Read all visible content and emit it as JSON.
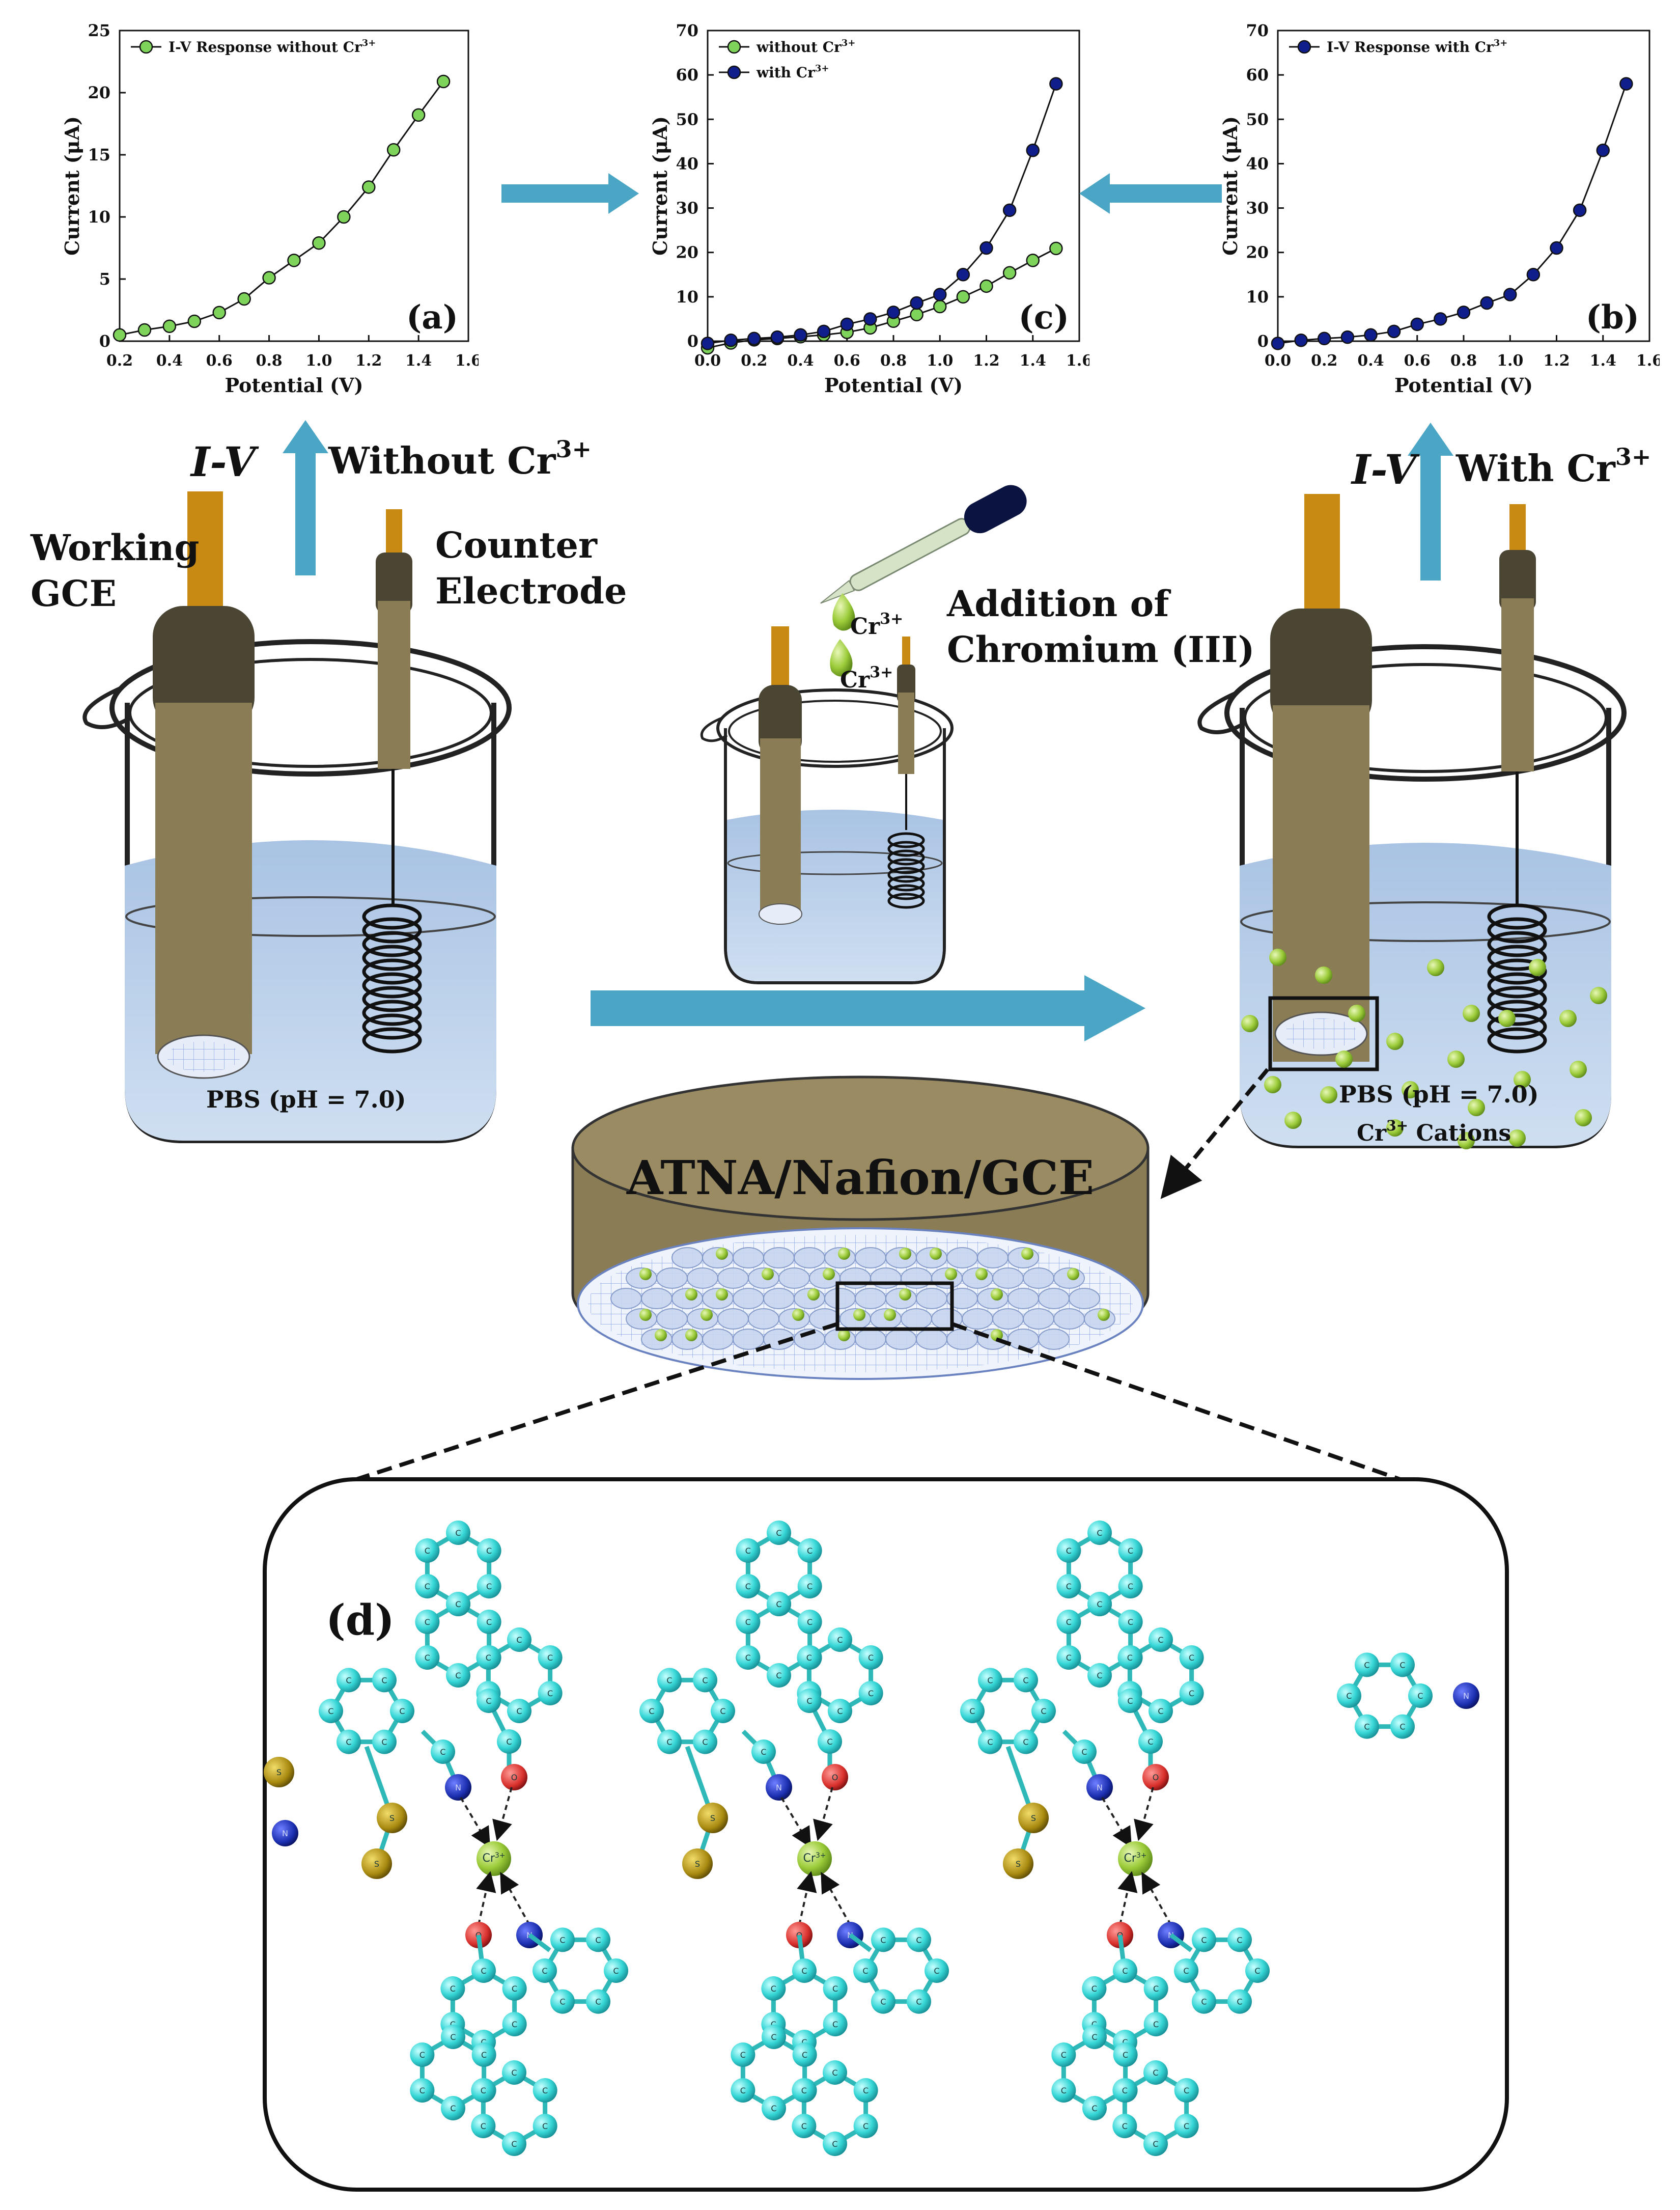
{
  "labels": {
    "iv_left": "I-V",
    "without_cr": "Without Cr",
    "iv_right": "I-V",
    "with_cr": "With Cr",
    "sup_3plus": "3+",
    "working": "Working",
    "gce": "GCE",
    "counter": "Counter",
    "electrode": "Electrode",
    "addition_of": "Addition of",
    "chromium": "Chromium (III)",
    "cr3_drop1": "Cr",
    "cr3_drop2": "Cr",
    "pbs_left": "PBS (pH = 7.0)",
    "pbs_right": "PBS (pH = 7.0)",
    "cations": "Cr",
    "cations_suffix": " Cations",
    "disk_label": "ATNA/Nafion/GCE",
    "panel_d": "(d)",
    "atom_c": "C",
    "atom_n": "N",
    "atom_o": "O",
    "atom_s": "S",
    "atom_cr": "Cr"
  },
  "colors": {
    "arrow": "#4aa6c4",
    "electrode_tip": "#c98a14",
    "electrode_body": "#8a7c55",
    "electrode_dark": "#4b4534",
    "solution": "#b9cfe8",
    "cr_ion": "#9ccc3a",
    "mol_c": "#36d6d6",
    "mol_n": "#1b2fb0",
    "mol_o": "#d8302c",
    "mol_s": "#a88a10",
    "mol_cr": "#9ccc3a",
    "disk": "#8a7c55",
    "green_series": "#7ed35a",
    "blue_series": "#101e8c"
  },
  "chart_data": [
    {
      "id": "a",
      "type": "line",
      "panel_label": "(a)",
      "xlabel": "Potential (V)",
      "ylabel": "Current (μA)",
      "xlim": [
        0.2,
        1.6
      ],
      "ylim": [
        0,
        25
      ],
      "xticks": [
        "0.2",
        "0.4",
        "0.6",
        "0.8",
        "1.0",
        "1.2",
        "1.4",
        "1.6"
      ],
      "yticks": [
        "0",
        "5",
        "10",
        "15",
        "20",
        "25"
      ],
      "legend": "top-left",
      "series": [
        {
          "name": "I-V Response without Cr",
          "name_sup": "3+",
          "color": "#7ed35a",
          "x": [
            0.2,
            0.3,
            0.4,
            0.5,
            0.6,
            0.7,
            0.8,
            0.9,
            1.0,
            1.1,
            1.2,
            1.3,
            1.4,
            1.5
          ],
          "y": [
            0.5,
            0.9,
            1.2,
            1.6,
            2.3,
            3.4,
            5.1,
            6.5,
            7.9,
            10.0,
            12.4,
            15.4,
            18.2,
            20.9
          ]
        }
      ]
    },
    {
      "id": "c",
      "type": "line",
      "panel_label": "(c)",
      "xlabel": "Potential (V)",
      "ylabel": "Current (μA)",
      "xlim": [
        0.0,
        1.6
      ],
      "ylim": [
        0,
        70
      ],
      "xticks": [
        "0.0",
        "0.2",
        "0.4",
        "0.6",
        "0.8",
        "1.0",
        "1.2",
        "1.4",
        "1.6"
      ],
      "yticks": [
        "0",
        "10",
        "20",
        "30",
        "40",
        "50",
        "60",
        "70"
      ],
      "legend": "top-left",
      "series": [
        {
          "name": "without Cr",
          "name_sup": "3+",
          "color": "#7ed35a",
          "x": [
            0.0,
            0.1,
            0.2,
            0.3,
            0.4,
            0.5,
            0.6,
            0.7,
            0.8,
            0.9,
            1.0,
            1.1,
            1.2,
            1.3,
            1.4,
            1.5
          ],
          "y": [
            -1.5,
            -0.4,
            0.3,
            0.6,
            1.0,
            1.4,
            2.0,
            3.0,
            4.5,
            6.0,
            7.8,
            10.0,
            12.4,
            15.4,
            18.2,
            20.9
          ]
        },
        {
          "name": "with Cr",
          "name_sup": "3+",
          "color": "#101e8c",
          "x": [
            0.0,
            0.1,
            0.2,
            0.3,
            0.4,
            0.5,
            0.6,
            0.7,
            0.8,
            0.9,
            1.0,
            1.1,
            1.2,
            1.3,
            1.4,
            1.5
          ],
          "y": [
            -0.5,
            0.2,
            0.6,
            0.9,
            1.4,
            2.2,
            3.8,
            5.0,
            6.5,
            8.6,
            10.5,
            15.0,
            21.0,
            29.5,
            43.0,
            58.0
          ]
        }
      ]
    },
    {
      "id": "b",
      "type": "line",
      "panel_label": "(b)",
      "xlabel": "Potential (V)",
      "ylabel": "Current (μA)",
      "xlim": [
        0.0,
        1.6
      ],
      "ylim": [
        0,
        70
      ],
      "xticks": [
        "0.0",
        "0.2",
        "0.4",
        "0.6",
        "0.8",
        "1.0",
        "1.2",
        "1.4",
        "1.6"
      ],
      "yticks": [
        "0",
        "10",
        "20",
        "30",
        "40",
        "50",
        "60",
        "70"
      ],
      "legend": "top-left",
      "series": [
        {
          "name": "I-V Response with Cr",
          "name_sup": "3+",
          "color": "#101e8c",
          "x": [
            0.0,
            0.1,
            0.2,
            0.3,
            0.4,
            0.5,
            0.6,
            0.7,
            0.8,
            0.9,
            1.0,
            1.1,
            1.2,
            1.3,
            1.4,
            1.5
          ],
          "y": [
            -0.5,
            0.2,
            0.6,
            0.9,
            1.4,
            2.2,
            3.8,
            5.0,
            6.5,
            8.6,
            10.5,
            15.0,
            21.0,
            29.5,
            43.0,
            58.0
          ]
        }
      ]
    }
  ]
}
